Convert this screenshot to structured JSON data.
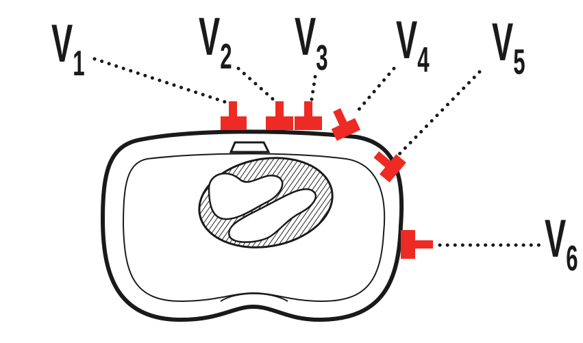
{
  "title": "Precordial ECG lead placement (chest cross-section)",
  "leads": [
    {
      "letter": "V",
      "sub": "1"
    },
    {
      "letter": "V",
      "sub": "2"
    },
    {
      "letter": "V",
      "sub": "3"
    },
    {
      "letter": "V",
      "sub": "4"
    },
    {
      "letter": "V",
      "sub": "5"
    },
    {
      "letter": "V",
      "sub": "6"
    }
  ],
  "colors": {
    "electrode": "#ee2a24",
    "outline": "#1a1a1a"
  }
}
